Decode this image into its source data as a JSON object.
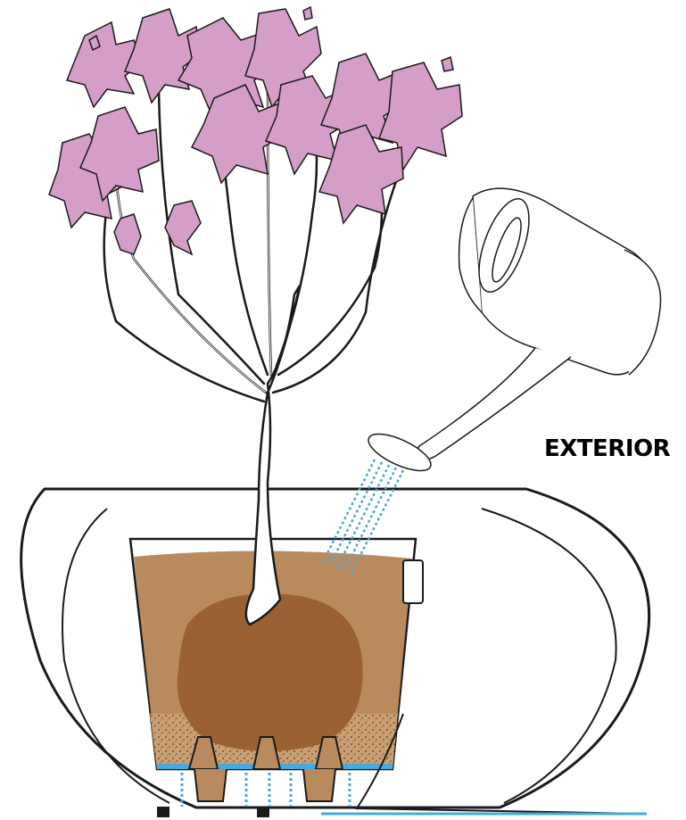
{
  "label_text": "EXTERIOR",
  "colors": {
    "blossom": "#d59ec8",
    "soil": "#b98a5e",
    "root_ball": "#9a6234",
    "water": "#4aa8e0",
    "outline": "#1a1a1a",
    "label": "#000000"
  },
  "icons": [
    "tree-illustration",
    "watering-can-icon",
    "planter-pot",
    "water-reservoir"
  ]
}
